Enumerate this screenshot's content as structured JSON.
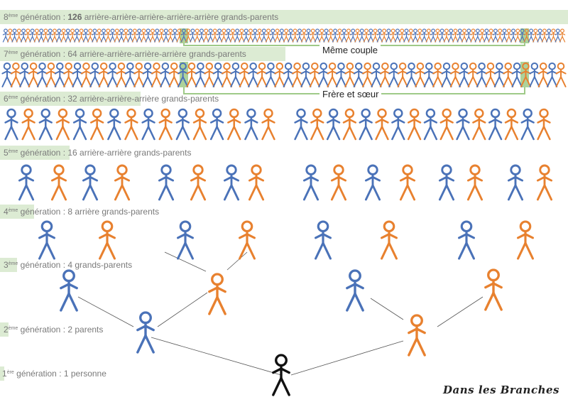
{
  "generations": [
    {
      "num": "8",
      "sup": "ème",
      "text_before": " génération : ",
      "bold": "126",
      "text_after": " arrière-arrière-arrière-arrière-arrière grands-parents"
    },
    {
      "num": "7",
      "sup": "ème",
      "text_before": " génération : 64 arrière-arrière-arrière-arrière grands-parents",
      "bold": "",
      "text_after": ""
    },
    {
      "num": "6",
      "sup": "ème",
      "text_before": " génération : 32 arrière-arrière-arrière grands-parents",
      "bold": "",
      "text_after": ""
    },
    {
      "num": "5",
      "sup": "ème",
      "text_before": " génération  : 16 arrière-arrière grands-parents",
      "bold": "",
      "text_after": ""
    },
    {
      "num": "4",
      "sup": "ème",
      "text_before": " génération : 8 arrière grands-parents",
      "bold": "",
      "text_after": ""
    },
    {
      "num": "3",
      "sup": "ème",
      "text_before": " génération : 4 grands-parents",
      "bold": "",
      "text_after": ""
    },
    {
      "num": "2",
      "sup": "ème",
      "text_before": " génération : 2 parents",
      "bold": "",
      "text_after": ""
    },
    {
      "num": "1",
      "sup": "ère",
      "text_before": " génération : 1 personne",
      "bold": "",
      "text_after": ""
    }
  ],
  "annotations": {
    "same_couple": "Même couple",
    "siblings": "Frère et sœur"
  },
  "brand": "Dans les Branches",
  "colors": {
    "male": "#4a72b8",
    "female": "#e8812f",
    "root": "#111111",
    "band": "#dcebd3",
    "highlight": "#9fca88",
    "line": "#555555"
  }
}
